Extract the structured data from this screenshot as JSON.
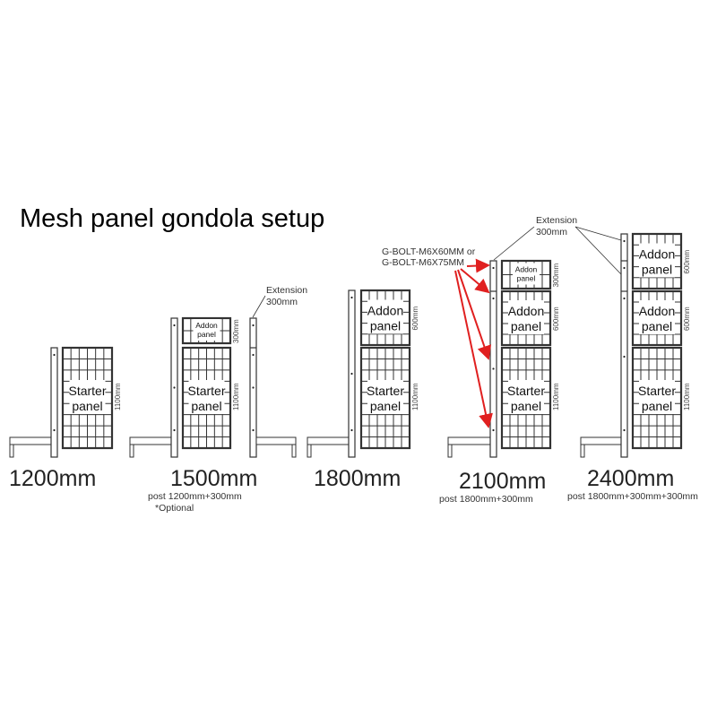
{
  "title": "Mesh panel gondola setup",
  "labels": {
    "starter": [
      "Starter",
      "panel"
    ],
    "addon": [
      "Addon",
      "panel"
    ],
    "dim_1100": "1100mm",
    "dim_600": "600mm",
    "dim_300": "300mm",
    "extension": [
      "Extension",
      "300mm"
    ],
    "bolt": [
      "G-BOLT-M6X60MM or",
      "G-BOLT-M6X75MM"
    ]
  },
  "setups": [
    {
      "height": "1200mm",
      "post_note": "",
      "optional": ""
    },
    {
      "height": "1500mm",
      "post_note": "post 1200mm+300mm",
      "optional": "*Optional"
    },
    {
      "height": "1800mm",
      "post_note": "",
      "optional": ""
    },
    {
      "height": "2100mm",
      "post_note": "post 1800mm+300mm",
      "optional": ""
    },
    {
      "height": "2400mm",
      "post_note": "post 1800mm+300mm+300mm",
      "optional": ""
    }
  ],
  "colors": {
    "line": "#333333",
    "arrow": "#e02020"
  }
}
